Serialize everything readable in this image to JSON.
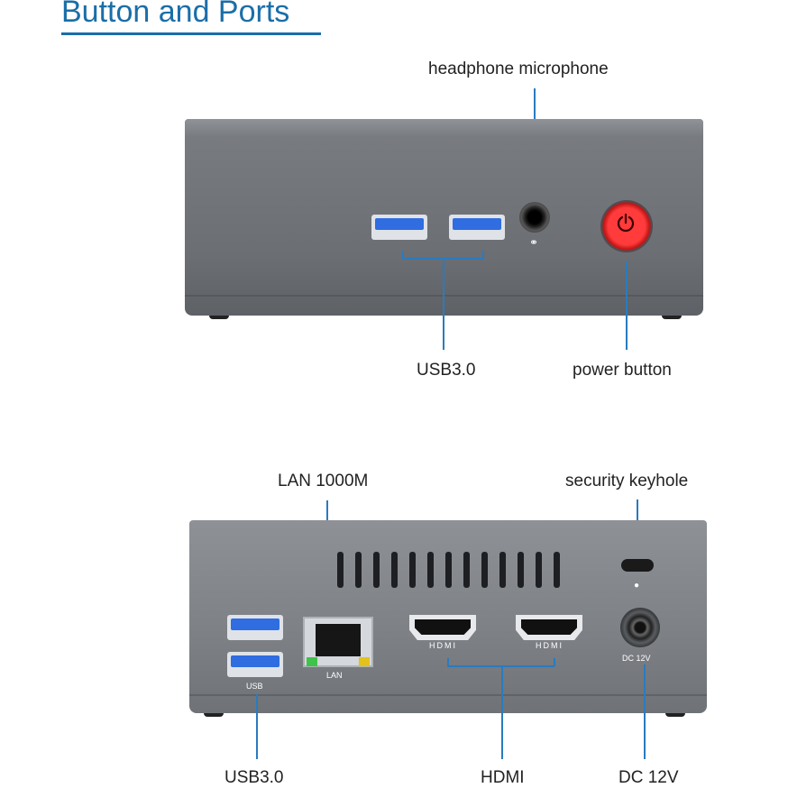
{
  "title": "Button and Ports",
  "front": {
    "headphone_label": "headphone microphone",
    "usb_label": "USB3.0",
    "power_label": "power button"
  },
  "back": {
    "lan_label": "LAN 1000M",
    "keyhole_label": "security keyhole",
    "usb_label": "USB3.0",
    "hdmi_label": "HDMI",
    "dc_label": "DC 12V",
    "port_usb_text": "USB",
    "port_lan_text": "LAN",
    "port_hdmi1_text": "HDMI",
    "port_hdmi2_text": "HDMI",
    "port_dc_text": "DC 12V"
  },
  "colors": {
    "title": "#1a6ea8",
    "pointer_line": "#2a7bbf",
    "usb_blue": "#2f6de0",
    "power_red": "#ff3b3b"
  }
}
